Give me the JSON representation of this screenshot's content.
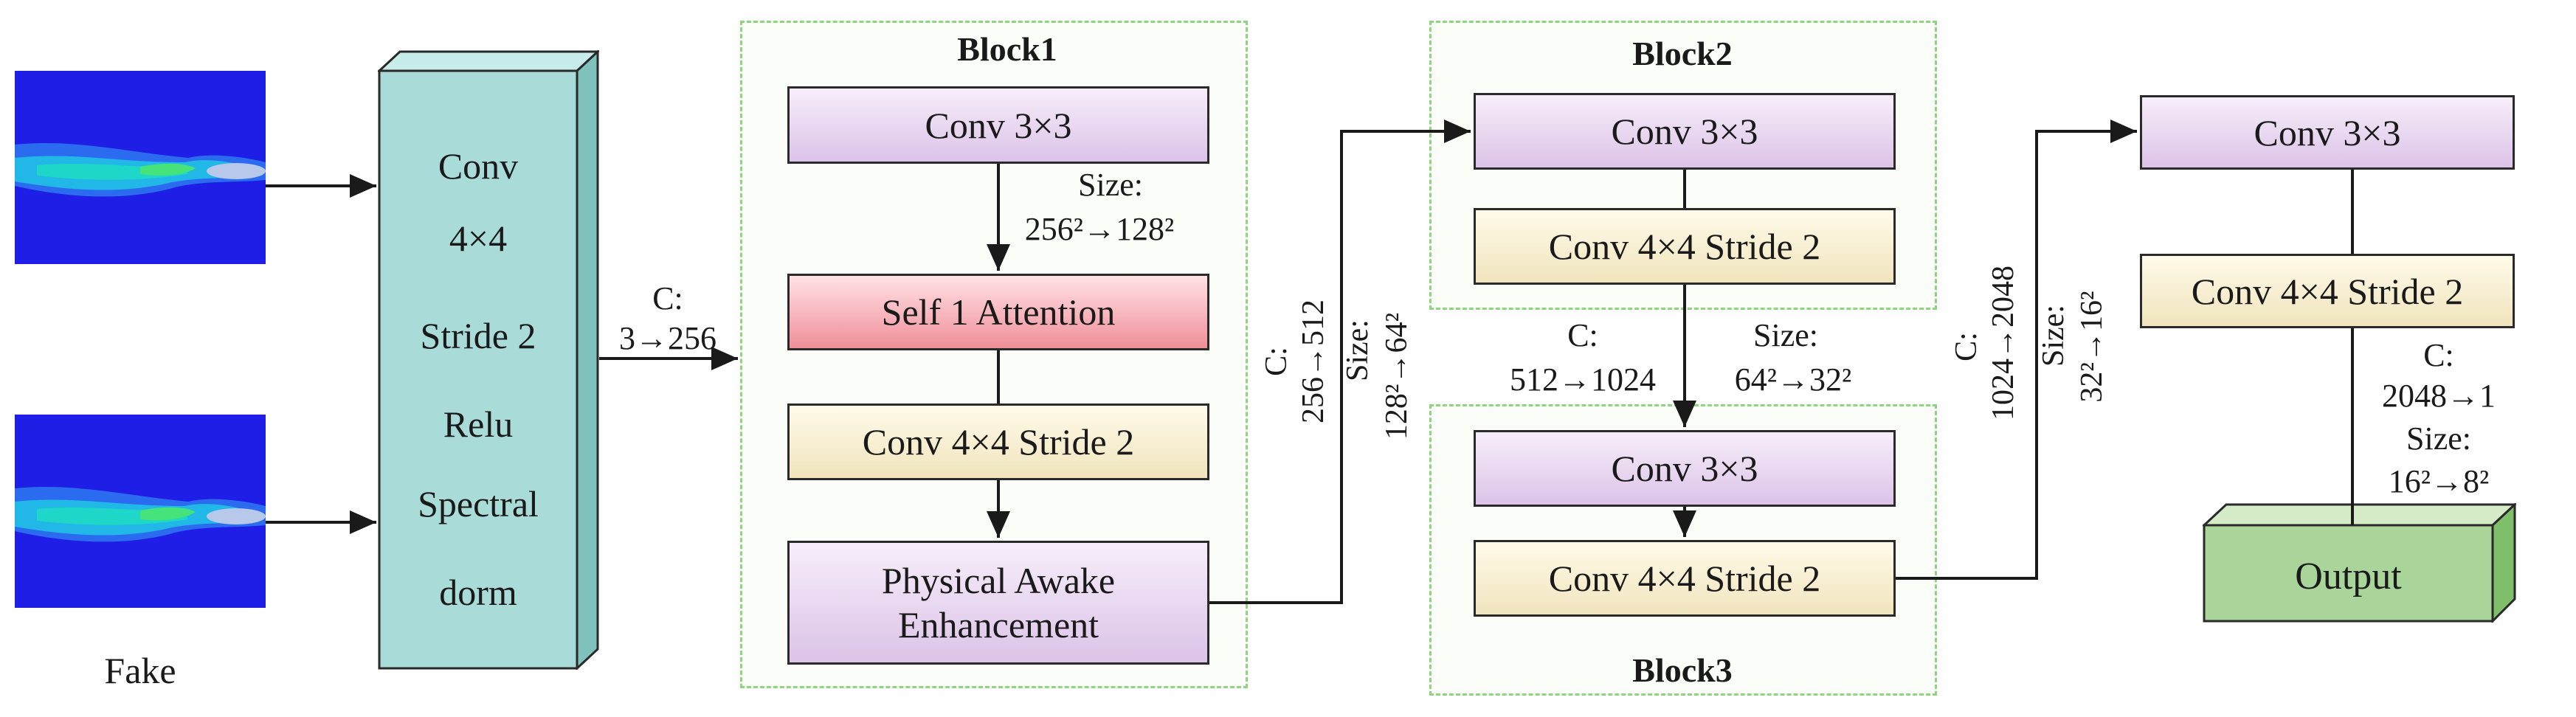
{
  "inputs": {
    "label": "Fake",
    "image_icon": "flow-field-heatmap"
  },
  "input_conv": {
    "lines": [
      "Conv",
      "4×4",
      "Stride 2",
      "Relu",
      "Spectral",
      "dorm"
    ]
  },
  "edge_input": {
    "c": "C:",
    "ch": "3→256"
  },
  "block1": {
    "title": "Block1",
    "conv": "Conv 3×3",
    "size_label": "Size:",
    "size_val": "256²→128²",
    "attention": "Self 1 Attention",
    "conv_stride": "Conv 4×4 Stride 2",
    "pae": [
      "Physical Awake",
      "Enhancement"
    ]
  },
  "edge_b1_b2": {
    "c": "C:",
    "ch": "256→512",
    "size_label": "Size:",
    "size_val": "128²→64²"
  },
  "block2": {
    "title": "Block2",
    "conv": "Conv 3×3",
    "conv_stride": "Conv 4×4 Stride 2"
  },
  "edge_b2_b3": {
    "c": "C:",
    "ch": "512→1024",
    "size_label": "Size:",
    "size_val": "64²→32²"
  },
  "block3": {
    "title": "Block3",
    "conv": "Conv 3×3",
    "conv_stride": "Conv 4×4 Stride 2"
  },
  "edge_b3_out": {
    "c": "C:",
    "ch": "1024→2048",
    "size_label": "Size:",
    "size_val": "32²→16²"
  },
  "output_stage": {
    "conv": "Conv 3×3",
    "conv_stride": "Conv 4×4 Stride 2",
    "c": "C:",
    "ch": "2048→1",
    "size_label": "Size:",
    "size_val": "16²→8²",
    "output": "Output"
  },
  "colors": {
    "conv": "#dcc3e8",
    "stride": "#f1e4bd",
    "attention": "#f08f99",
    "block_border": "#8fd47e",
    "input_conv": "#a9dcd8",
    "output": "#a9d49a"
  }
}
